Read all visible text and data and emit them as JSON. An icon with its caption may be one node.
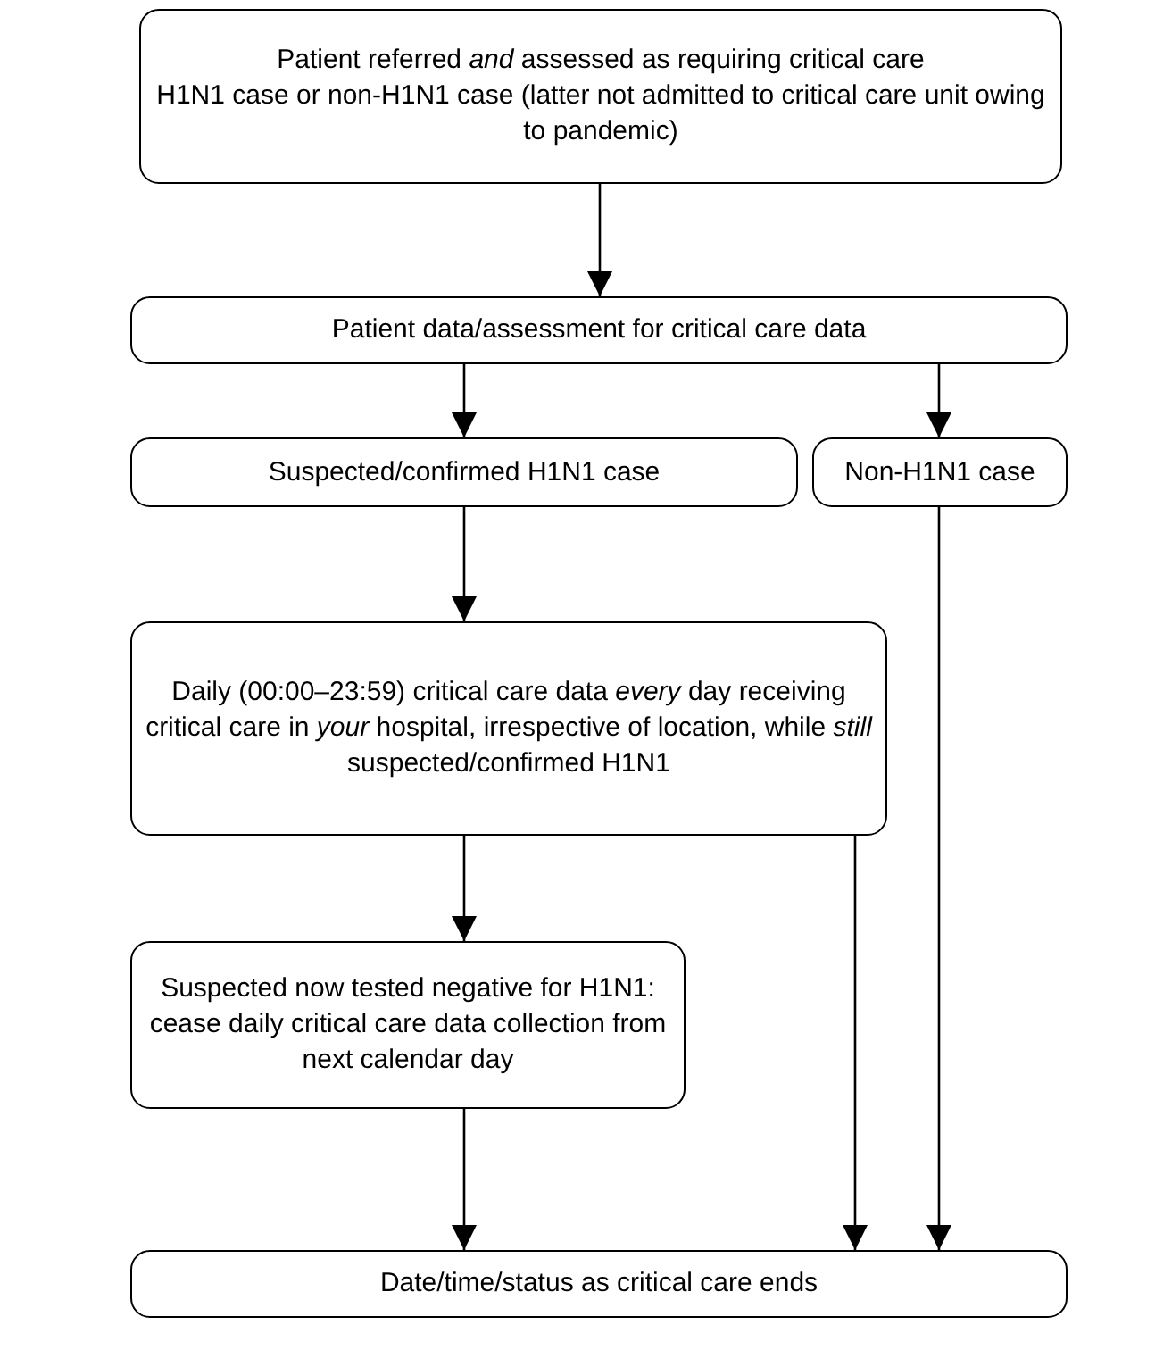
{
  "diagram": {
    "nodes": [
      {
        "text": [
          "Patient referred *and* assessed as requiring critical care",
          "H1N1 case or non-H1N1 case (latter not admitted to critical care unit owing to pandemic)"
        ]
      },
      {
        "text": [
          "Patient data/assessment for critical care data"
        ]
      },
      {
        "text": [
          "Suspected/confirmed H1N1 case"
        ]
      },
      {
        "text": [
          "Non-H1N1 case"
        ]
      },
      {
        "text": [
          "Daily (00:00–23:59) critical care data *every* day receiving critical care in *your* hospital, irrespective of location, while *still* suspected/confirmed H1N1"
        ]
      },
      {
        "text": [
          "Suspected now tested negative for H1N1: cease daily critical care data collection from next calendar day"
        ]
      },
      {
        "text": [
          "Date/time/status as critical care ends"
        ]
      }
    ],
    "edges": [
      {
        "from": 0,
        "to": 1,
        "arrow": "to"
      },
      {
        "from": 1,
        "to": 2,
        "arrow": "to"
      },
      {
        "from": 1,
        "to": 3,
        "arrow": "to"
      },
      {
        "from": 2,
        "to": 4,
        "arrow": "to"
      },
      {
        "from": 4,
        "to": 5,
        "arrow": "to"
      },
      {
        "from": 5,
        "to": 6,
        "arrow": "to"
      },
      {
        "from": 4,
        "to": 6,
        "arrow": "to"
      },
      {
        "from": 3,
        "to": 6,
        "arrow": "to"
      }
    ]
  }
}
